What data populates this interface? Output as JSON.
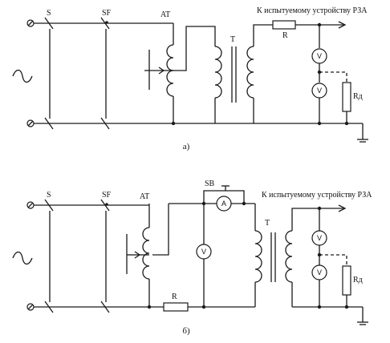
{
  "diagram_a": {
    "caption": "а)",
    "switch_1": "S",
    "switch_2": "SF",
    "autotransformer": "AT",
    "transformer": "T",
    "resistor": "R",
    "voltmeter_1": "V",
    "voltmeter_2": "V",
    "load_resistor": "Rд",
    "output_label": "К испытуемому устройству РЗА"
  },
  "diagram_b": {
    "caption": "б)",
    "switch_1": "S",
    "switch_2": "SF",
    "autotransformer": "AT",
    "transformer": "T",
    "resistor": "R",
    "button": "SB",
    "ammeter": "A",
    "voltmeter_primary": "V",
    "voltmeter_1": "V",
    "voltmeter_2": "V",
    "load_resistor": "Rд",
    "output_label": "К испытуемому устройству РЗА"
  }
}
